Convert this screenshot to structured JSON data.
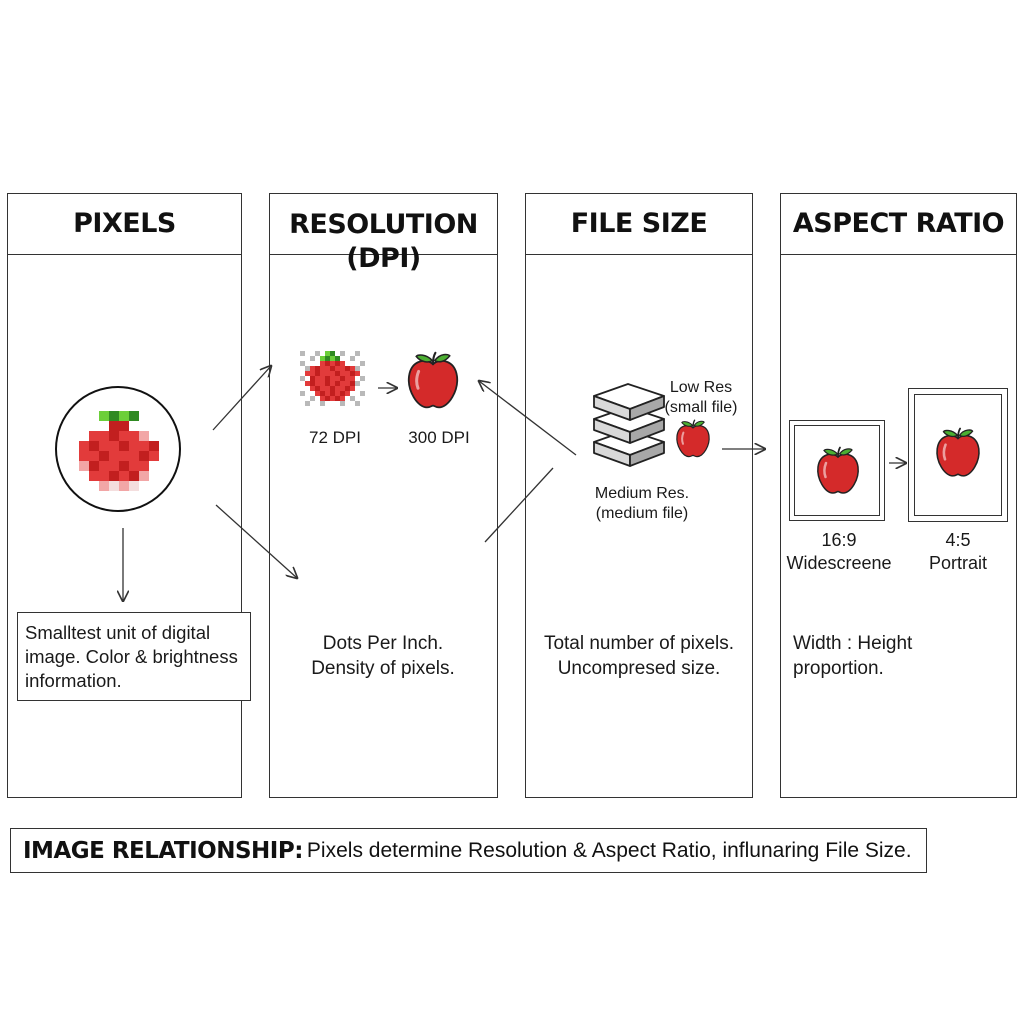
{
  "panels": {
    "pixels": {
      "title": "PIXELS",
      "description": "Smalltest unit of digital image. Color & brightness information."
    },
    "resolution": {
      "title_line1": "RESOLUTION",
      "title_line2": "(DPI)",
      "low_label": "72 DPI",
      "high_label": "300 DPI",
      "description_line1": "Dots Per Inch.",
      "description_line2": "Density of pixels."
    },
    "file_size": {
      "title": "FILE SIZE",
      "low_res_line1": "Low Res",
      "low_res_line2": "(small file)",
      "medium_res_line1": "Medium Res.",
      "medium_res_line2": "(medium file)",
      "description_line1": "Total number of pixels.",
      "description_line2": "Uncompresed size."
    },
    "aspect_ratio": {
      "title": "ASPECT RATIO",
      "wide_ratio": "16:9",
      "wide_label": "Widescreene",
      "portrait_ratio": "4:5",
      "portrait_label": "Portrait",
      "description_line1": "Width : Height",
      "description_line2": "proportion."
    }
  },
  "footer": {
    "label": "IMAGE RELATIONSHIP:",
    "text": "Pixels determine Resolution & Aspect Ratio, influnaring File Size."
  },
  "icons": {
    "apple": "apple-icon",
    "pixel_apple": "pixelated-apple-icon",
    "layers": "stacked-layers-icon",
    "arrow": "arrow-icon"
  },
  "colors": {
    "apple_red": "#d42a2a",
    "leaf_green": "#3a9a2a",
    "stroke": "#333333"
  }
}
